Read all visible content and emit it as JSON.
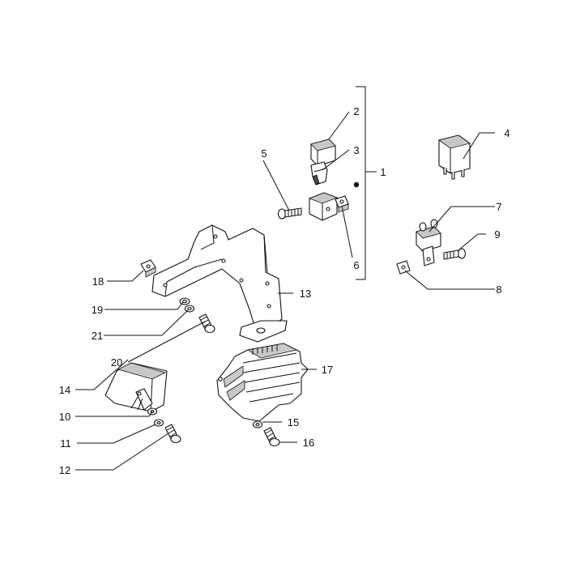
{
  "callouts": [
    {
      "id": "1",
      "text": "1"
    },
    {
      "id": "2",
      "text": "2"
    },
    {
      "id": "3",
      "text": "3"
    },
    {
      "id": "4",
      "text": "4"
    },
    {
      "id": "5",
      "text": "5"
    },
    {
      "id": "6",
      "text": "6"
    },
    {
      "id": "7",
      "text": "7"
    },
    {
      "id": "8",
      "text": "8"
    },
    {
      "id": "9",
      "text": "9"
    },
    {
      "id": "10",
      "text": "10"
    },
    {
      "id": "11",
      "text": "11"
    },
    {
      "id": "12",
      "text": "12"
    },
    {
      "id": "13",
      "text": "13"
    },
    {
      "id": "14",
      "text": "14"
    },
    {
      "id": "15",
      "text": "15"
    },
    {
      "id": "16",
      "text": "16"
    },
    {
      "id": "17",
      "text": "17"
    },
    {
      "id": "18",
      "text": "18"
    },
    {
      "id": "19",
      "text": "19"
    },
    {
      "id": "20",
      "text": "20"
    },
    {
      "id": "21",
      "text": "21"
    }
  ],
  "colors": {
    "ink": "#111111",
    "background": "#ffffff",
    "shade": "#c8c8c8"
  }
}
